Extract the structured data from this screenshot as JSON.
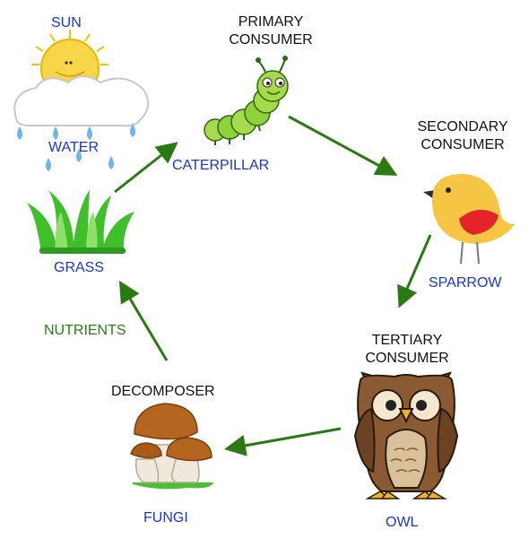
{
  "labels": {
    "sun": "SUN",
    "water": "WATER",
    "primary_role": "PRIMARY\nCONSUMER",
    "caterpillar": "CATERPILLAR",
    "secondary_role": "SECONDARY\nCONSUMER",
    "sparrow": "SPARROW",
    "tertiary_role": "TERTIARY\nCONSUMER",
    "owl": "OWL",
    "decomposer_role": "DECOMPOSER",
    "fungi": "FUNGI",
    "grass": "GRASS",
    "nutrients": "NUTRIENTS"
  },
  "icons": {
    "sun": "sun-icon",
    "cloud": "cloud-icon",
    "rain": "raindrop-icon",
    "grass": "grass-icon",
    "caterpillar": "caterpillar-icon",
    "sparrow": "sparrow-icon",
    "owl": "owl-icon",
    "mushroom": "mushroom-icon"
  },
  "colors": {
    "organism_label": "#1a35d6",
    "role_label": "#111111",
    "arrow": "#2a7a12",
    "nutrients_label": "#2a7a12"
  }
}
